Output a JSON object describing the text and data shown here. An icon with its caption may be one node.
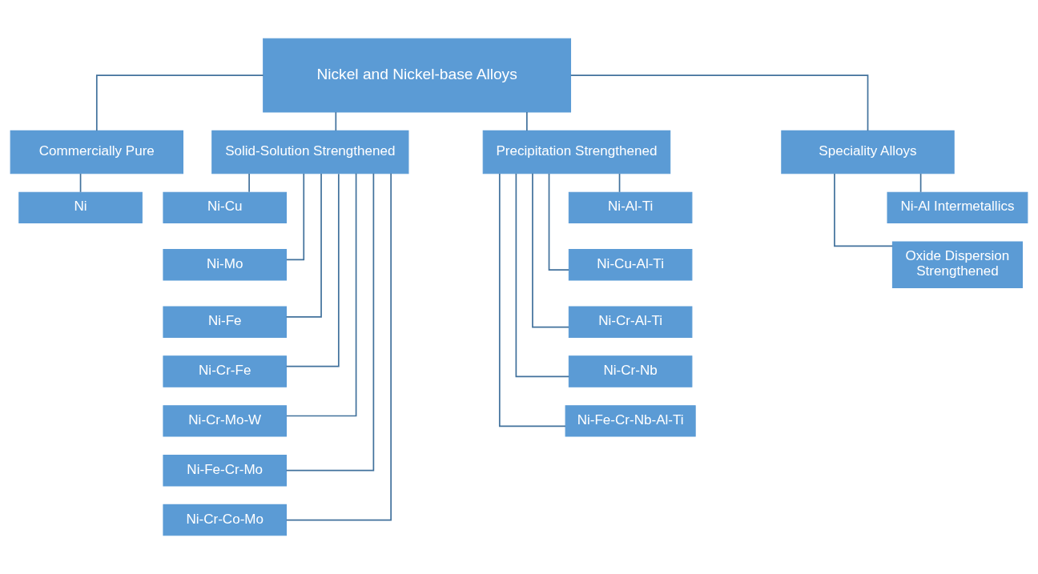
{
  "diagram": {
    "nodes": [
      {
        "text": [
          "Nickel and Nickel-base Alloys"
        ]
      },
      {
        "text": [
          "Commercially Pure"
        ]
      },
      {
        "text": [
          "Solid-Solution Strengthened"
        ]
      },
      {
        "text": [
          "Precipitation Strengthened"
        ]
      },
      {
        "text": [
          "Speciality Alloys"
        ]
      },
      {
        "text": [
          "Ni"
        ]
      },
      {
        "text": [
          "Ni-Cu"
        ]
      },
      {
        "text": [
          "Ni-Mo"
        ]
      },
      {
        "text": [
          "Ni-Fe"
        ]
      },
      {
        "text": [
          "Ni-Cr-Fe"
        ]
      },
      {
        "text": [
          "Ni-Cr-Mo-W"
        ]
      },
      {
        "text": [
          "Ni-Fe-Cr-Mo"
        ]
      },
      {
        "text": [
          "Ni-Cr-Co-Mo"
        ]
      },
      {
        "text": [
          "Ni-Al-Ti"
        ]
      },
      {
        "text": [
          "Ni-Cu-Al-Ti"
        ]
      },
      {
        "text": [
          "Ni-Cr-Al-Ti"
        ]
      },
      {
        "text": [
          "Ni-Cr-Nb"
        ]
      },
      {
        "text": [
          "Ni-Fe-Cr-Nb-Al-Ti"
        ]
      },
      {
        "text": [
          "Ni-Al Intermetallics"
        ]
      },
      {
        "text": [
          "Oxide Dispersion Strengthened"
        ]
      }
    ],
    "edges": [
      {
        "from": 0,
        "to": 1,
        "arrow": "none"
      },
      {
        "from": 0,
        "to": 2,
        "arrow": "none"
      },
      {
        "from": 0,
        "to": 3,
        "arrow": "none"
      },
      {
        "from": 0,
        "to": 4,
        "arrow": "none"
      },
      {
        "from": 1,
        "to": 5,
        "arrow": "none"
      },
      {
        "from": 2,
        "to": 6,
        "arrow": "none"
      },
      {
        "from": 2,
        "to": 7,
        "arrow": "none"
      },
      {
        "from": 2,
        "to": 8,
        "arrow": "none"
      },
      {
        "from": 2,
        "to": 9,
        "arrow": "none"
      },
      {
        "from": 2,
        "to": 10,
        "arrow": "none"
      },
      {
        "from": 2,
        "to": 11,
        "arrow": "none"
      },
      {
        "from": 2,
        "to": 12,
        "arrow": "none"
      },
      {
        "from": 3,
        "to": 13,
        "arrow": "none"
      },
      {
        "from": 3,
        "to": 14,
        "arrow": "none"
      },
      {
        "from": 3,
        "to": 15,
        "arrow": "none"
      },
      {
        "from": 3,
        "to": 16,
        "arrow": "none"
      },
      {
        "from": 3,
        "to": 17,
        "arrow": "none"
      },
      {
        "from": 4,
        "to": 18,
        "arrow": "none"
      },
      {
        "from": 4,
        "to": 19,
        "arrow": "none"
      }
    ]
  }
}
